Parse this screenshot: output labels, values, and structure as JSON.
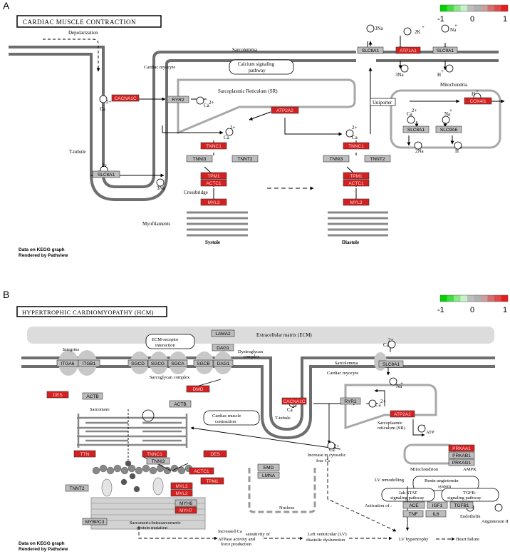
{
  "panelA": {
    "letter": "A",
    "title": "CARDIAC MUSCLE CONTRACTION",
    "legend": {
      "min": "-1",
      "mid": "0",
      "max": "1"
    },
    "labels": {
      "depolarization": "Depolarization",
      "sarcolemma": "Sarcolemma",
      "cardiac_myocyte": "Cardiac myocyte",
      "calcium_pathway_1": "Calcium signaling",
      "calcium_pathway_2": "pathway",
      "sr": "Sarcoplasmic Reticulum (SR)",
      "mitochondria": "Mitochondria",
      "uniporter": "Uniporter",
      "t_tubule": "T-tubule",
      "crossbridge": "Crossbridge",
      "myofilaments": "Myofilaments",
      "systole": "Systole",
      "diastole": "Diastole",
      "footer1": "Data on KEGG graph",
      "footer2": "Rendered by Pathview"
    },
    "ions": {
      "ca": "Ca",
      "sup2": "2+",
      "na3": "3Na",
      "k2": "2K",
      "na": "Na",
      "h": "H",
      "na2": "2Na",
      "plus": "+"
    },
    "genes": {
      "slc8a1_top": "SLC8A1",
      "atp1a1": "ATP1A1",
      "slc9a1": "SLC9A1",
      "cacna1c": "CACNA1C",
      "ryr2": "RYR2",
      "atp2a2": "ATP2A2",
      "cox4i1": "COX4I1",
      "slc8a1_mito": "SLC8A1",
      "slc9a6": "SLC9A6",
      "slc8a1_tt": "SLC8A1",
      "tnnc1_s": "TNNC1",
      "tnni3_s": "TNNI3",
      "tnnt2_s": "TNNT2",
      "tpm1_s": "TPM1",
      "actc1_s": "ACTC1",
      "myl3_s": "MYL3",
      "tnnc1_d": "TNNC1",
      "tnni3_d": "TNNI3",
      "tnnt2_d": "TNNT2",
      "tpm1_d": "TPM1",
      "actc1_d": "ACTC1",
      "myl3_d": "MYL3"
    }
  },
  "panelB": {
    "letter": "B",
    "title": "HYPERTROPHIC CARDIOMYOPATHY (HCM)",
    "legend": {
      "min": "-1",
      "mid": "0",
      "max": "1"
    },
    "labels": {
      "ecm": "Extracellular matrix (ECM)",
      "ecm_receptor_1": "ECM-receptor",
      "ecm_receptor_2": "interaction",
      "integrins": "Integrins",
      "dystro_1": "Dystroglycan",
      "dystro_2": "complex",
      "sarcoglycan": "Sarcoglycan complex",
      "sarcolemma": "Sarcolemma",
      "cardiac_myocyte": "Cardiac myocyte",
      "sarcomere": "Sarcomere",
      "cmc_1": "Cardiac muscle",
      "cmc_2": "contraction",
      "t_tubule": "T-tubule",
      "sr_1": "Sarcoplasmic",
      "sr_2": "reticulum (SR)",
      "atp": "ATP",
      "increase_1": "Increase in cytosolic",
      "increase_2": "free Ca",
      "mitochondrion": "Mitochondrion",
      "ampk": "AMPK",
      "nucleus": "Nucleus",
      "lv_remodelling": "LV remodelling",
      "ras_1": "Renin-angiotensin",
      "ras_2": "system",
      "jak_1": "Jak-STAT",
      "jak_2": "signaling pathway",
      "tgfb_1": "TGFB-",
      "tgfb_2": "signaling pathway",
      "activation_of": "Activation of :",
      "endothelin": "Endothelin",
      "angiotensin": "Angiotensin II",
      "mutation_1": "Sarcomeric/intrasarcomeric",
      "mutation_2": "protein mutation",
      "increased_1": "Increased Ca",
      "increased_2": "sensitivity of",
      "increased_3": "ATPase activity and",
      "increased_4": "force production",
      "lv_dys_1": "Left ventricular (LV)",
      "lv_dys_2": "diastolic dysfunction",
      "lv_hyper": "LV hypertrophy",
      "heart_failure": "Heart failure",
      "footer1": "Data on KEGG graph",
      "footer2": "Rendered by Pathview"
    },
    "genes": {
      "lama2": "LAMA2",
      "dag1_a": "DAG1",
      "itga6": "ITGA6",
      "itgb1": "ITGB1",
      "sgcd": "SGCD",
      "sgcg": "SGCG",
      "sgca": "SGCA",
      "sgcb": "SGCB",
      "dag1_b": "DAG1",
      "slc8a1": "SLC8A1",
      "des_a": "DES",
      "actb_a": "ACTB",
      "dmd": "DMD",
      "actb_b": "ACTB",
      "cacna1c": "CACNA1C",
      "ryr2": "RYR2",
      "atp2a2": "ATP2A2",
      "prkaa1": "PRKAA1",
      "prkab1": "PRKAB1",
      "prkag1": "PRKAG1",
      "ttn": "TTN",
      "tnnc1": "TNNC1",
      "des_b": "DES",
      "tnni3": "TNNI3",
      "actc1": "ACTC1",
      "tpm1": "TPM1",
      "myl3": "MYL3",
      "myl2": "MYL2",
      "myh6": "MYH6",
      "myh7": "MYH7",
      "tnnt2": "TNNT2",
      "mybpc3": "MYBPC3",
      "emd": "EMD",
      "lmna": "LMNA",
      "ace": "ACE",
      "igf1": "IGF1",
      "tgfb1": "TGFB1",
      "tnf": "TNF",
      "il6": "IL6"
    }
  },
  "colors": {
    "up": "#d42020",
    "neutral": "#bdbdbd",
    "membrane": "#7a7a7a",
    "legend": [
      "#00d400",
      "#44dd44",
      "#88e888",
      "#c8f0c8",
      "#bdbdbd",
      "#b0b0b0",
      "#c9a0a0",
      "#d27070",
      "#de4a4a",
      "#e81c1c"
    ]
  }
}
